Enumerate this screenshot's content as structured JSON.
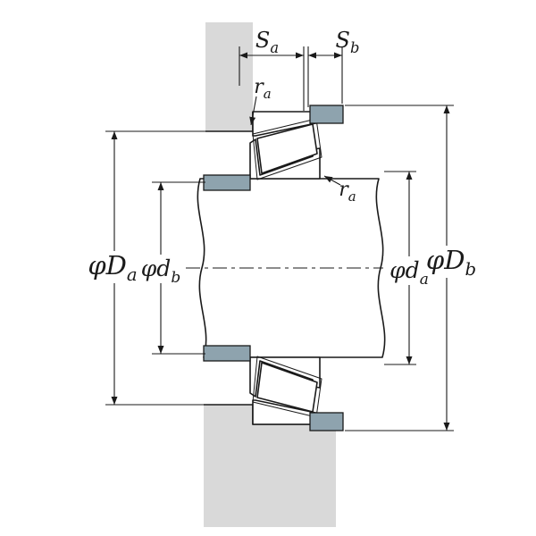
{
  "colors": {
    "housing_fill": "#d9d9d9",
    "spacer_fill": "#8ea3ae",
    "line": "#1a1a1a",
    "background": "#ffffff"
  },
  "labels": {
    "sa": {
      "main": "S",
      "sub": "a"
    },
    "sb": {
      "main": "S",
      "sub": "b"
    },
    "ra_top": {
      "main": "r",
      "sub": "a"
    },
    "ra_side": {
      "main": "r",
      "sub": "a"
    },
    "phi_Da": {
      "main": "φD",
      "sub": "a"
    },
    "phi_db": {
      "main": "φd",
      "sub": "b"
    },
    "phi_da": {
      "main": "φd",
      "sub": "a"
    },
    "phi_Db": {
      "main": "φD",
      "sub": "b"
    }
  }
}
